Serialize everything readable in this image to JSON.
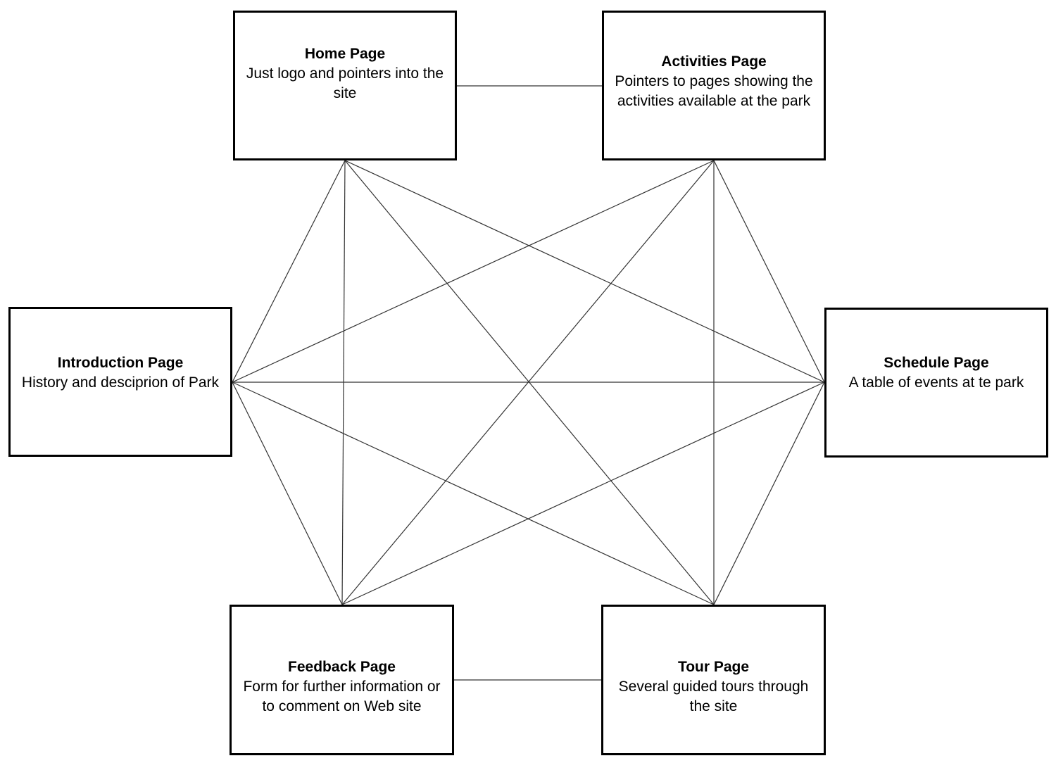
{
  "diagram": {
    "nodes": [
      {
        "id": "home",
        "title": "Home Page",
        "description": "Just logo and pointers into the site"
      },
      {
        "id": "activities",
        "title": "Activities Page",
        "description": "Pointers to pages showing the activities available at the park"
      },
      {
        "id": "introduction",
        "title": "Introduction Page",
        "description": "History and desciprion of Park"
      },
      {
        "id": "schedule",
        "title": "Schedule Page",
        "description": "A table of events at te park"
      },
      {
        "id": "feedback",
        "title": "Feedback Page",
        "description": "Form for further information or to comment on Web site"
      },
      {
        "id": "tour",
        "title": "Tour Page",
        "description": "Several guided tours through the site"
      }
    ],
    "edges": [
      [
        "home",
        "activities"
      ],
      [
        "feedback",
        "tour"
      ],
      [
        "home",
        "introduction"
      ],
      [
        "home",
        "feedback"
      ],
      [
        "home",
        "tour"
      ],
      [
        "home",
        "schedule"
      ],
      [
        "activities",
        "introduction"
      ],
      [
        "activities",
        "feedback"
      ],
      [
        "activities",
        "tour"
      ],
      [
        "activities",
        "schedule"
      ],
      [
        "introduction",
        "schedule"
      ],
      [
        "introduction",
        "feedback"
      ],
      [
        "introduction",
        "tour"
      ],
      [
        "schedule",
        "feedback"
      ],
      [
        "schedule",
        "tour"
      ]
    ],
    "colors": {
      "border": "#000000",
      "line": "#333333",
      "background": "#ffffff"
    }
  }
}
